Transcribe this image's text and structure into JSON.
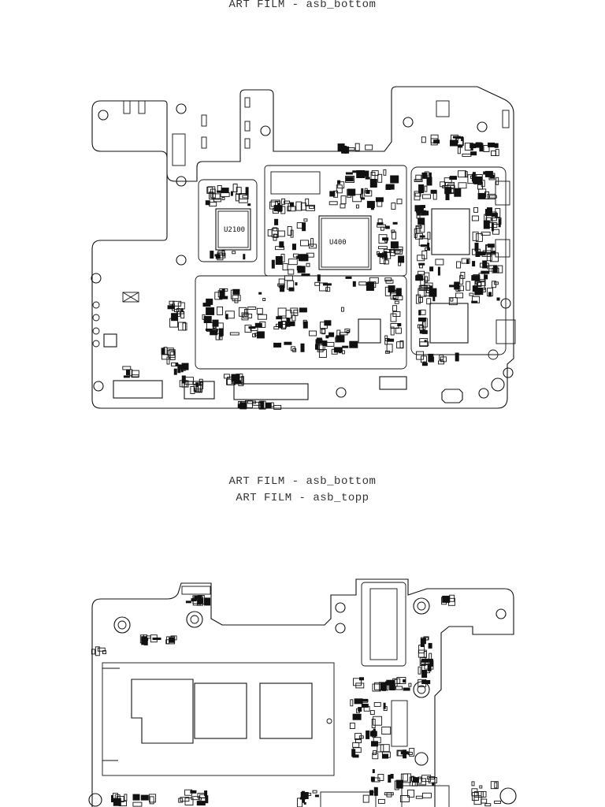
{
  "captions": {
    "top_caption": "ART FILM - asb_bottom",
    "middle_caption_1": "ART FILM - asb_bottom",
    "middle_caption_2": "ART FILM - asb_topp"
  },
  "board_bottom": {
    "labels": {
      "u2100": "U2100",
      "u400": "U400"
    }
  }
}
